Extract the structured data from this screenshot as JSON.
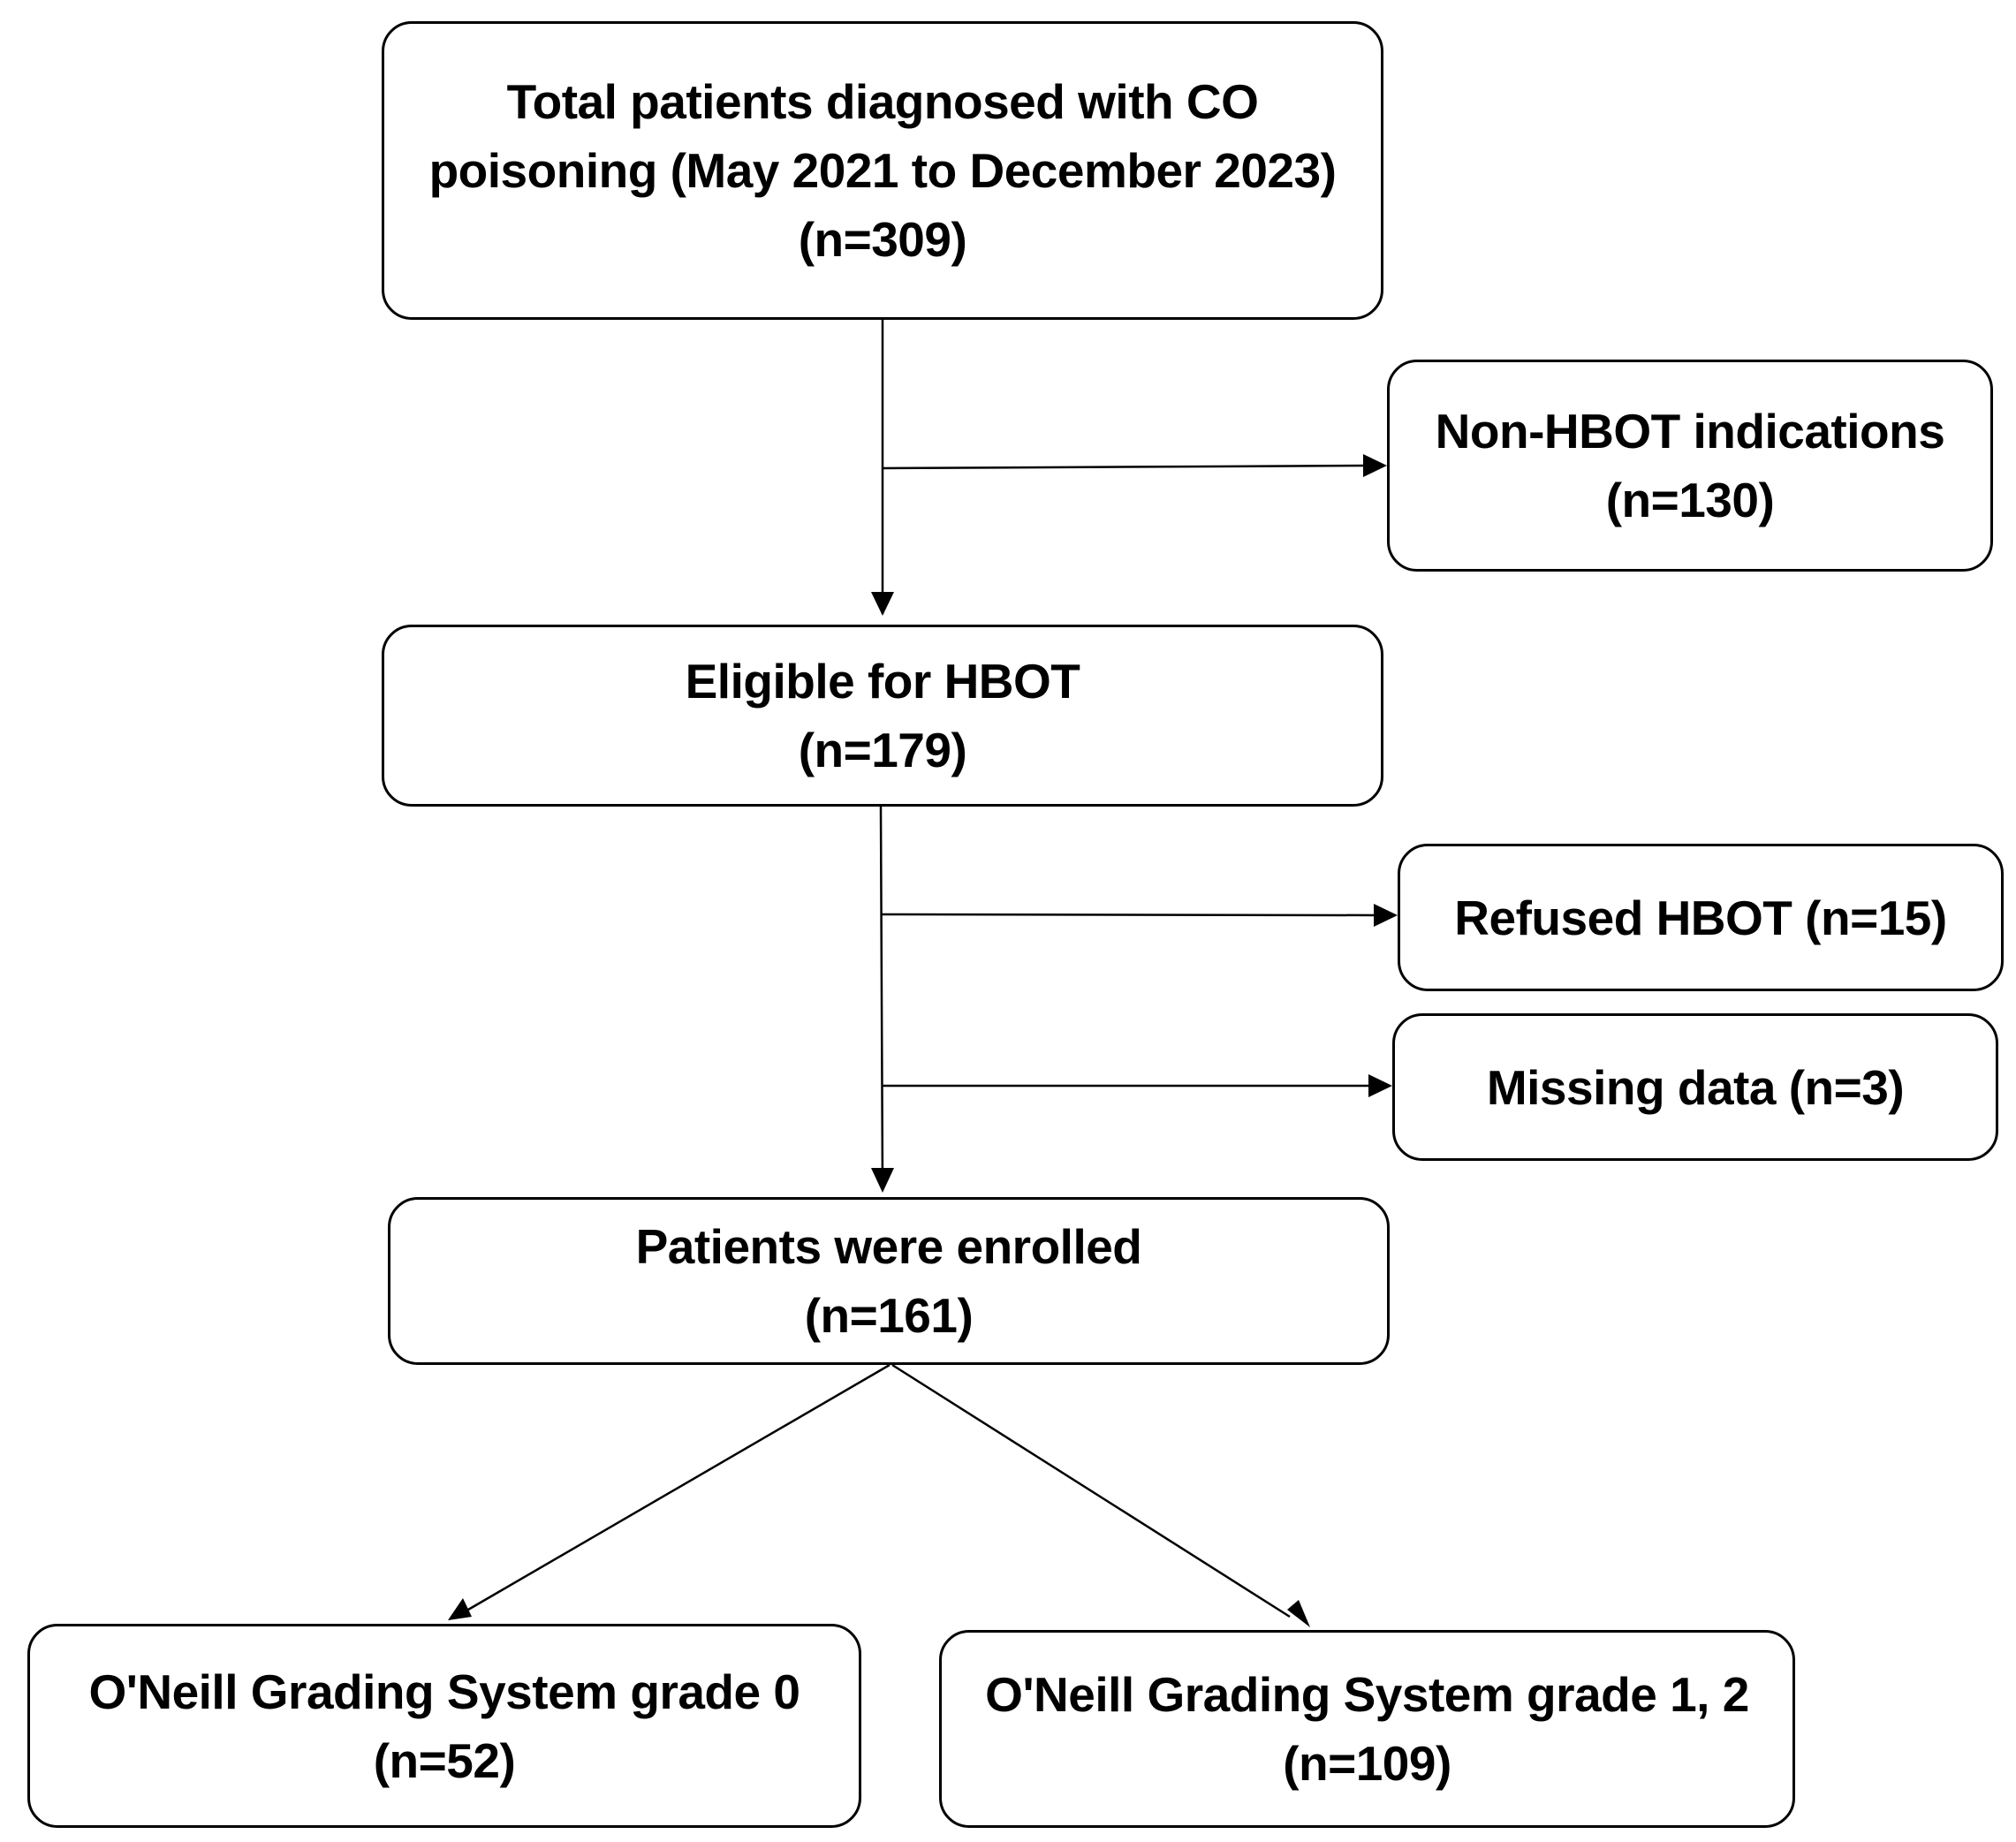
{
  "flowchart": {
    "total": {
      "line1": "Total patients diagnosed with CO",
      "line2": "poisoning (May 2021 to December 2023)",
      "count": "(n=309)"
    },
    "non_hbot": {
      "label": "Non-HBOT indications",
      "count": "(n=130)"
    },
    "eligible": {
      "label": "Eligible for HBOT",
      "count": "(n=179)"
    },
    "refused": {
      "label": "Refused HBOT (n=15)"
    },
    "missing": {
      "label": "Missing data (n=3)"
    },
    "enrolled": {
      "label": "Patients were enrolled",
      "count": "(n=161)"
    },
    "grade0": {
      "label": "O'Neill Grading System grade 0",
      "count": "(n=52)"
    },
    "grade12": {
      "label": "O'Neill Grading System grade 1, 2",
      "count": "(n=109)"
    }
  },
  "colors": {
    "stroke": "#000000",
    "background": "#ffffff"
  }
}
